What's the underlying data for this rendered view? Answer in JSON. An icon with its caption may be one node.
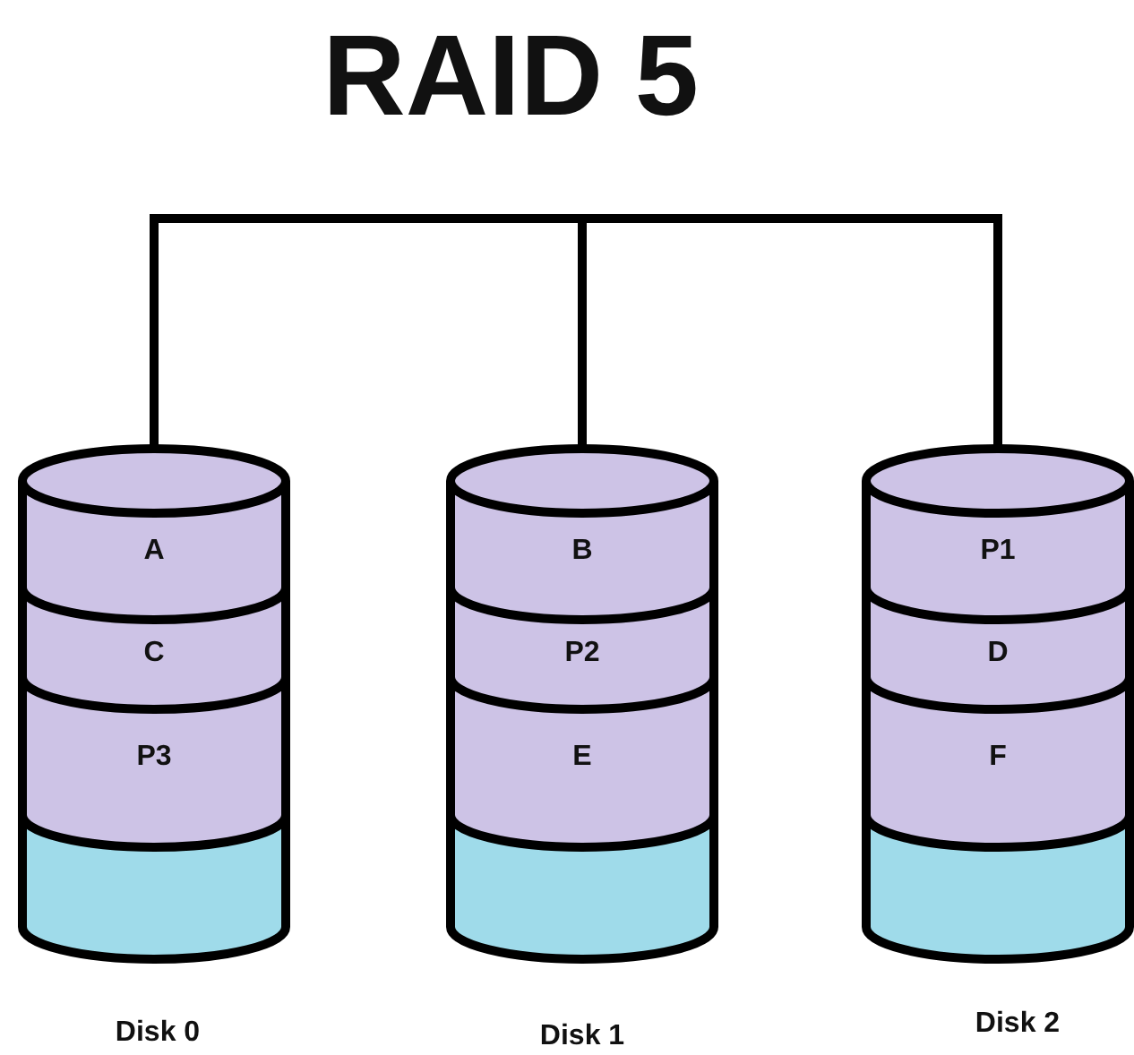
{
  "diagram": {
    "title": "RAID 5",
    "nodes": [
      {
        "text": [
          "A",
          "C",
          "P3"
        ],
        "beside": [
          "Disk 0"
        ]
      },
      {
        "text": [
          "B",
          "P2",
          "E"
        ],
        "beside": [
          "Disk 1"
        ]
      },
      {
        "text": [
          "P1",
          "D",
          "F"
        ],
        "beside": [
          "Disk 2"
        ]
      }
    ],
    "edges": [
      {
        "from": 0,
        "to": 1,
        "arrow": "none"
      },
      {
        "from": 1,
        "to": 2,
        "arrow": "none"
      }
    ]
  }
}
